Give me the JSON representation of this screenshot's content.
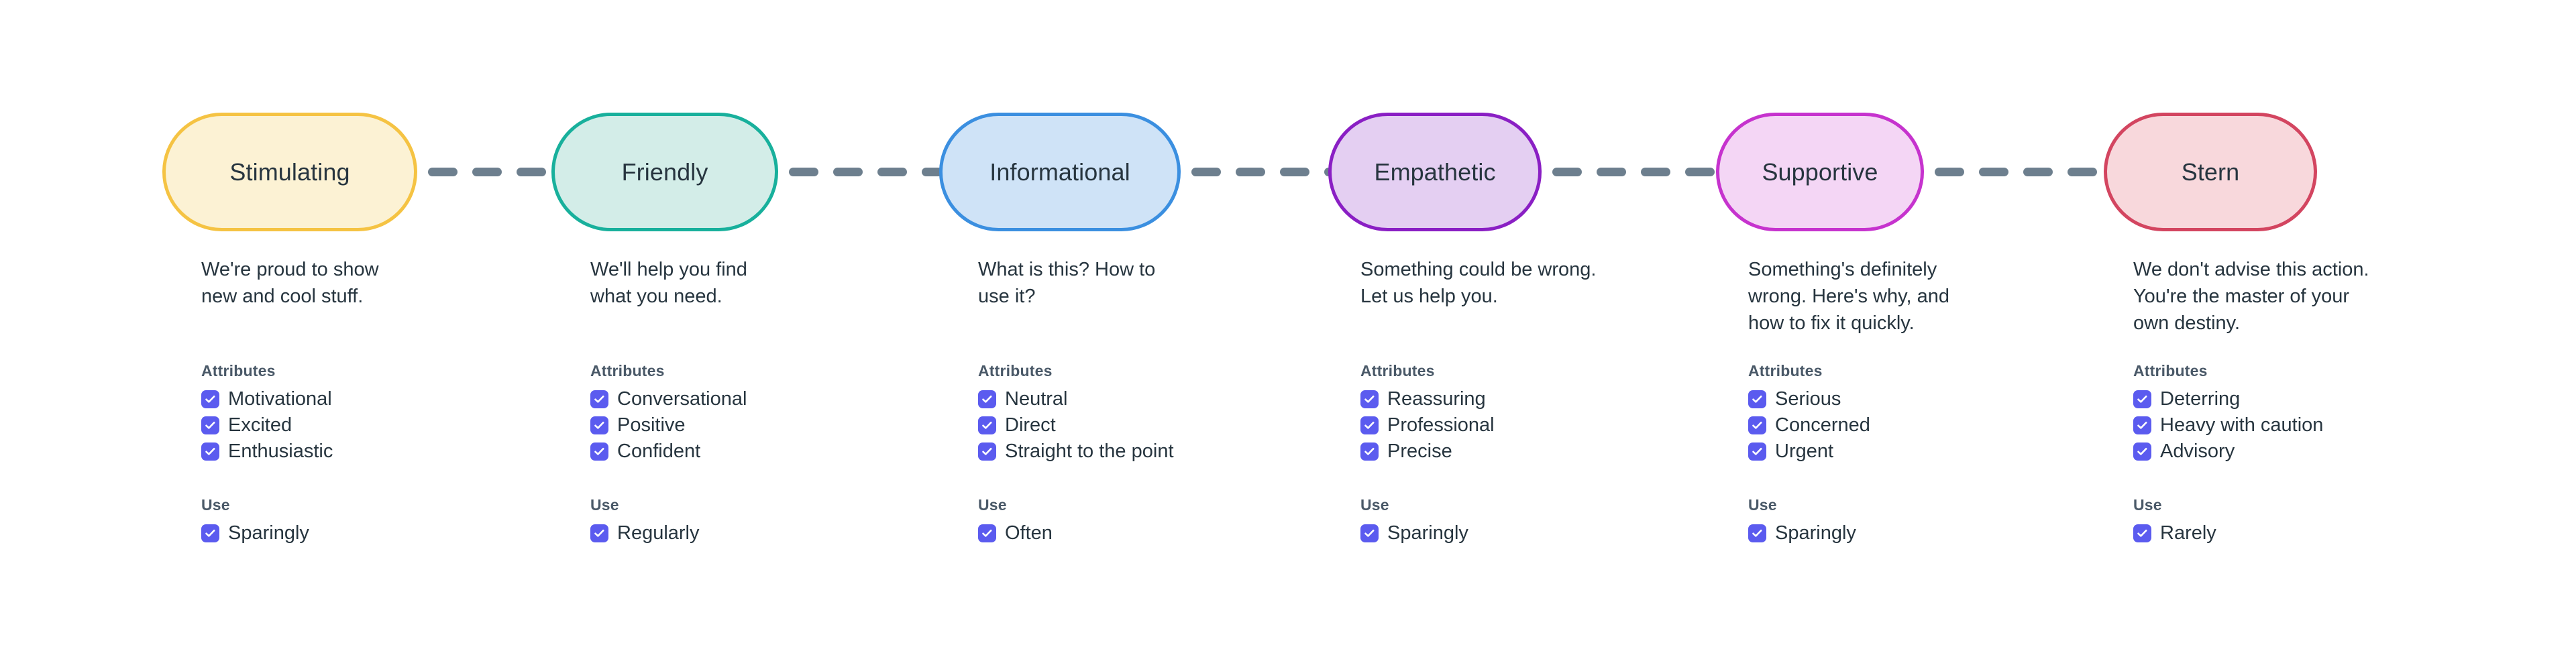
{
  "theme": {
    "background": "#ffffff",
    "text_color": "#27353f",
    "heading_color": "#4a5968",
    "checkbox_color": "#5b5bef",
    "connector_color": "#6d7f8e"
  },
  "section_labels": {
    "attributes": "Attributes",
    "use": "Use"
  },
  "connector": {
    "dash_count": 4,
    "style": "dashed"
  },
  "columns": [
    {
      "name": "Stimulating",
      "colors": {
        "border": "#f5c343",
        "fill": "#fcf2d4"
      },
      "description": "We're proud to show\nnew and cool stuff.",
      "attributes": [
        "Motivational",
        "Excited",
        "Enthusiastic"
      ],
      "use": [
        "Sparingly"
      ]
    },
    {
      "name": "Friendly",
      "colors": {
        "border": "#18b09c",
        "fill": "#d3ede8"
      },
      "description": "We'll help you find\nwhat you need.",
      "attributes": [
        "Conversational",
        "Positive",
        "Confident"
      ],
      "use": [
        "Regularly"
      ]
    },
    {
      "name": "Informational",
      "colors": {
        "border": "#3b8fe0",
        "fill": "#cfe3f7"
      },
      "description": "What is this? How to\nuse it?",
      "attributes": [
        "Neutral",
        "Direct",
        "Straight to the point"
      ],
      "use": [
        "Often"
      ]
    },
    {
      "name": "Empathetic",
      "colors": {
        "border": "#8a1fc4",
        "fill": "#e4cff2"
      },
      "description": "Something could be wrong.\nLet us help you.",
      "attributes": [
        "Reassuring",
        "Professional",
        "Precise"
      ],
      "use": [
        "Sparingly"
      ]
    },
    {
      "name": "Supportive",
      "colors": {
        "border": "#c633ce",
        "fill": "#f4d6f5"
      },
      "description": "Something's definitely\nwrong. Here's why, and\nhow to fix it quickly.",
      "attributes": [
        "Serious",
        "Concerned",
        "Urgent"
      ],
      "use": [
        "Sparingly"
      ]
    },
    {
      "name": "Stern",
      "colors": {
        "border": "#d34560",
        "fill": "#f8d8dc"
      },
      "description": "We don't advise this action.\nYou're the master of your\nown destiny.",
      "attributes": [
        "Deterring",
        "Heavy with caution",
        "Advisory"
      ],
      "use": [
        "Rarely"
      ]
    }
  ]
}
